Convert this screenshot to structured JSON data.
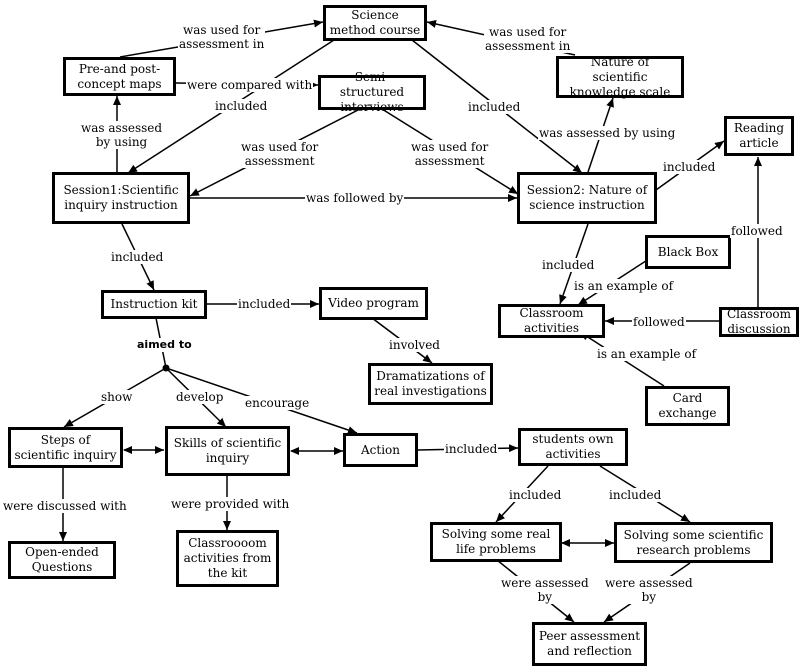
{
  "nodes": {
    "science_course": "Science\nmethod course",
    "concept_maps": "Pre-and post-\nconcept maps",
    "interviews": "Semi-structured\ninterviews",
    "nos_scale": "Nature of scientific\nknowledge scale",
    "reading_article": "Reading\narticle",
    "session1": "Session1:Scientific\ninquiry instruction",
    "session2": "Session2: Nature of\nscience instruction",
    "black_box": "Black Box",
    "instruction_kit": "Instruction kit",
    "video_program": "Video program",
    "classroom_activities": "Classroom\nactivities",
    "classroom_discussion": "Classroom\ndiscussion",
    "dramatizations": "Dramatizations of\nreal investigations",
    "card_exchange": "Card\nexchange",
    "steps": "Steps of\nscientific inquiry",
    "skills": "Skills of scientific\ninquiry",
    "action": "Action",
    "students_activities": "students own\nactivities",
    "open_questions": "Open-ended\nQuestions",
    "kit_activities": "Classroooom\nactivities from\nthe kit",
    "real_life": "Solving some real\nlife problems",
    "research_problems": "Solving some scientific\nresearch problems",
    "peer_assessment": "Peer assessment\nand reflection"
  },
  "edge_labels": {
    "used_assessment_left": "was used for\nassessment in",
    "used_assessment_right": "was used for\nassessment in",
    "compared_with": "were compared with",
    "included_s1": "included",
    "included_s2": "included",
    "assessed_by_using_left": "was assessed\nby using",
    "used_assessment_mid_left": "was used for\nassessment",
    "used_assessment_mid_right": "was used for\nassessment",
    "assessed_by_using_right": "was assessed by using",
    "included_reading": "included",
    "followed_by": "was followed by",
    "included_kit": "included",
    "followed_reading": "followed",
    "included_classroom": "included",
    "example_black_box": "is an example of",
    "included_video": "included",
    "followed_discussion": "followed",
    "aimed_to": "aimed to",
    "involved": "involved",
    "example_card": "is an example of",
    "show": "show",
    "develop": "develop",
    "encourage": "encourage",
    "included_action": "included",
    "discussed_with": "were discussed with",
    "provided_with": "were provided with",
    "included_real": "included",
    "included_research": "included",
    "assessed_by_left": "were assessed\nby",
    "assessed_by_right": "were assessed\nby"
  }
}
